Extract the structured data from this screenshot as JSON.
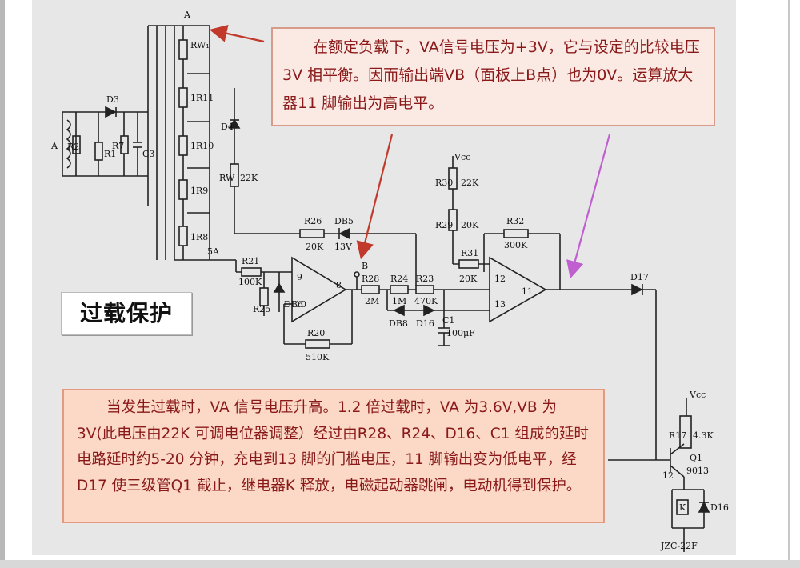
{
  "title": "过载保护",
  "note_top": "在额定负载下，VA信号电压为+3V，它与设定的比较电压3V 相平衡。因而输出端VB（面板上B点）也为0V。运算放大器11 脚输出为高电平。",
  "note_bottom": "当发生过载时，VA 信号电压升高。1.2 倍过载时，VA 为3.6V,VB 为3V(此电压由22K 可调电位器调整）经过由R28、R24、D16、C1 组成的延时电路延时约5-20 分钟，充电到13 脚的门槛电压，11 脚输出变为低电平，经D17 使三级管Q1 截止，继电器K 释放，电磁起动器跳闸，电动机得到保护。",
  "labels": {
    "A_top": "A",
    "A_left": "A",
    "RW1": "RW₁",
    "R11": "1R11",
    "R10": "1R10",
    "R9": "1R9",
    "R8": "1R8",
    "D3": "D3",
    "R2": "R2",
    "R1": "R1",
    "R7": "R7",
    "C3": "C3",
    "D4": "D4",
    "RW": "RW",
    "RW_val": "22K",
    "S_A": "5A",
    "R26": "R26",
    "R26_val": "20K",
    "DB5": "DB5",
    "DB5_val": "13V",
    "R21": "R21",
    "R21_val": "100K",
    "R25": "R25",
    "DB6": "DB6",
    "pin9": "9",
    "pin8": "8",
    "pin10": "10",
    "R20": "R20",
    "R20_val": "510K",
    "B": "B",
    "R28": "R28",
    "R28_val": "2M",
    "R24": "R24",
    "R24_val": "1M",
    "R23": "R23",
    "R23_val": "470K",
    "DB8": "DB8",
    "D16": "D16",
    "C1": "C1",
    "C1_val": "100μF",
    "Vcc1": "Vcc",
    "R30": "R30",
    "R30_val": "22K",
    "R29": "R29",
    "R29_val": "20K",
    "R31": "R31",
    "R31_val": "20K",
    "R32": "R32",
    "R32_val": "300K",
    "pin12": "12",
    "pin13": "13",
    "pin11": "11",
    "D17": "D17",
    "Vcc2": "Vcc",
    "R17": "R17",
    "R17_val": "4.3K",
    "Q1": "Q1",
    "Q1_val": "9013",
    "V12": "12",
    "relay": "JZC-22F",
    "K": "K",
    "D16b": "D16"
  },
  "colors": {
    "arrow_red": "#c0392b",
    "arrow_purple": "#c060d0",
    "note_text": "#8a1a1a"
  }
}
